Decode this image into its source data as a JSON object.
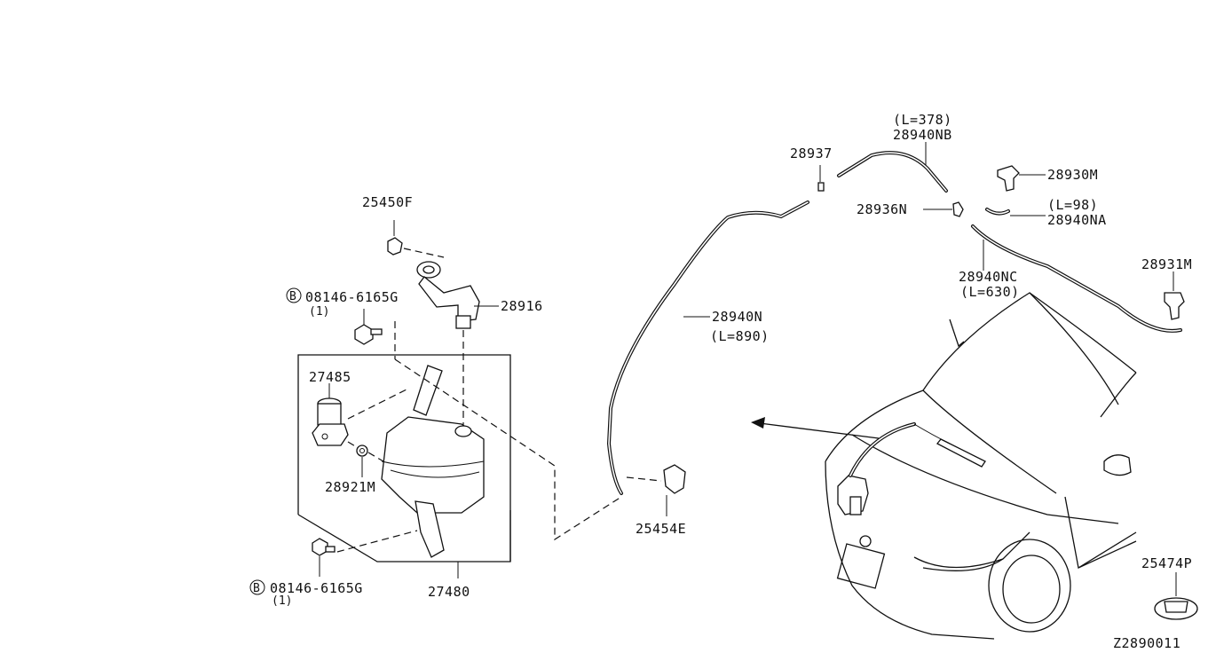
{
  "diagram": {
    "code": "Z2890011",
    "callouts": [
      {
        "id": "25450F",
        "text": "25450F"
      },
      {
        "id": "b1",
        "text": "08146-6165G",
        "qty": "(1)",
        "prefix": "B"
      },
      {
        "id": "28916",
        "text": "28916"
      },
      {
        "id": "27485",
        "text": "27485"
      },
      {
        "id": "28921M",
        "text": "28921M"
      },
      {
        "id": "b2",
        "text": "08146-6165G",
        "qty": "(1)",
        "prefix": "B"
      },
      {
        "id": "27480",
        "text": "27480"
      },
      {
        "id": "25454E",
        "text": "25454E"
      },
      {
        "id": "28940N",
        "text": "28940N",
        "length": "(L=890)"
      },
      {
        "id": "28937",
        "text": "28937"
      },
      {
        "id": "28940NB",
        "text": "28940NB",
        "length": "(L=378)"
      },
      {
        "id": "28936N",
        "text": "28936N"
      },
      {
        "id": "28930M",
        "text": "28930M"
      },
      {
        "id": "28940NA",
        "text": "28940NA",
        "length": "(L=98)"
      },
      {
        "id": "28940NC",
        "text": "28940NC",
        "length": "(L=630)"
      },
      {
        "id": "28931M",
        "text": "28931M"
      },
      {
        "id": "25474P",
        "text": "25474P"
      }
    ]
  }
}
